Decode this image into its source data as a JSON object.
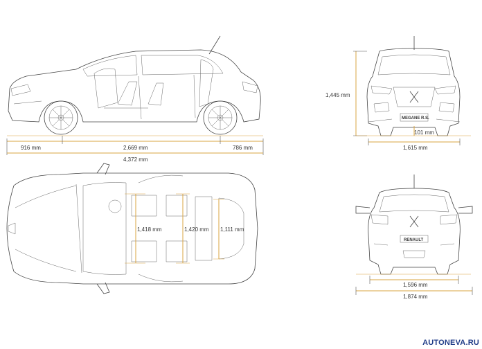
{
  "dimensions": {
    "front_overhang": "916 mm",
    "wheelbase": "2,669 mm",
    "rear_overhang": "786 mm",
    "length": "4,372 mm",
    "height": "1,445 mm",
    "ground_clearance": "101 mm",
    "front_track": "1,615 mm",
    "front_elbow_width": "1,418 mm",
    "rear_elbow_width": "1,420 mm",
    "boot_width": "1,111 mm",
    "rear_track": "1,596 mm",
    "overall_width": "1,874 mm"
  },
  "badges": {
    "front_plate": "MEGANE R.S.",
    "rear_plate": "RENAULT",
    "watermark": "AUTONEVA.RU"
  },
  "colors": {
    "dimension_lines": "#d9a441",
    "outline": "#444444",
    "watermark": "#1f3c88"
  }
}
